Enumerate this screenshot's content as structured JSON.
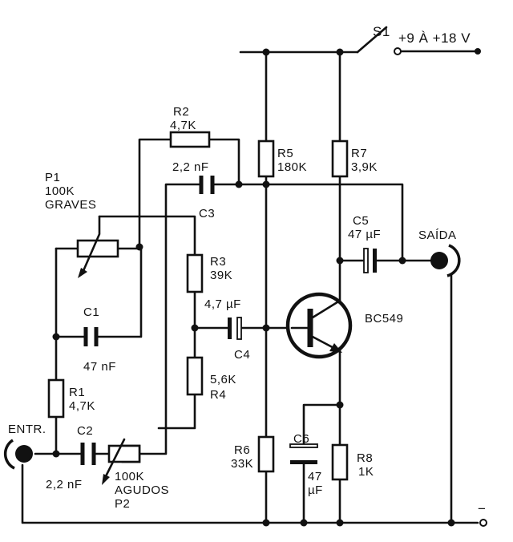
{
  "switch": {
    "ref": "S1",
    "supply": "+9 À +18 V"
  },
  "resistors": {
    "r1": {
      "ref": "R1",
      "value": "4,7K"
    },
    "r2": {
      "ref": "R2",
      "value": "4,7K"
    },
    "r3": {
      "ref": "R3",
      "value": "39K"
    },
    "r4": {
      "ref": "R4",
      "value": "5,6K"
    },
    "r5": {
      "ref": "R5",
      "value": "180K"
    },
    "r6": {
      "ref": "R6",
      "value": "33K"
    },
    "r7": {
      "ref": "R7",
      "value": "3,9K"
    },
    "r8": {
      "ref": "R8",
      "value": "1K"
    }
  },
  "capacitors": {
    "c1": {
      "ref": "C1",
      "value": "47 nF"
    },
    "c2": {
      "ref": "C2",
      "value": "2,2 nF"
    },
    "c3": {
      "ref": "C3",
      "value": "2,2 nF"
    },
    "c4": {
      "ref": "C4",
      "value": "4,7 µF"
    },
    "c5": {
      "ref": "C5",
      "value": "47 µF"
    },
    "c6": {
      "ref": "C6",
      "value_top": "47",
      "value_bottom": "µF"
    }
  },
  "potentiometers": {
    "p1": {
      "ref": "P1",
      "value": "100K",
      "function": "GRAVES"
    },
    "p2": {
      "ref": "P2",
      "value": "100K",
      "function": "AGUDOS"
    }
  },
  "transistor": {
    "part": "BC549"
  },
  "connectors": {
    "input": "ENTR.",
    "output": "SAÍDA",
    "ground": "−"
  }
}
